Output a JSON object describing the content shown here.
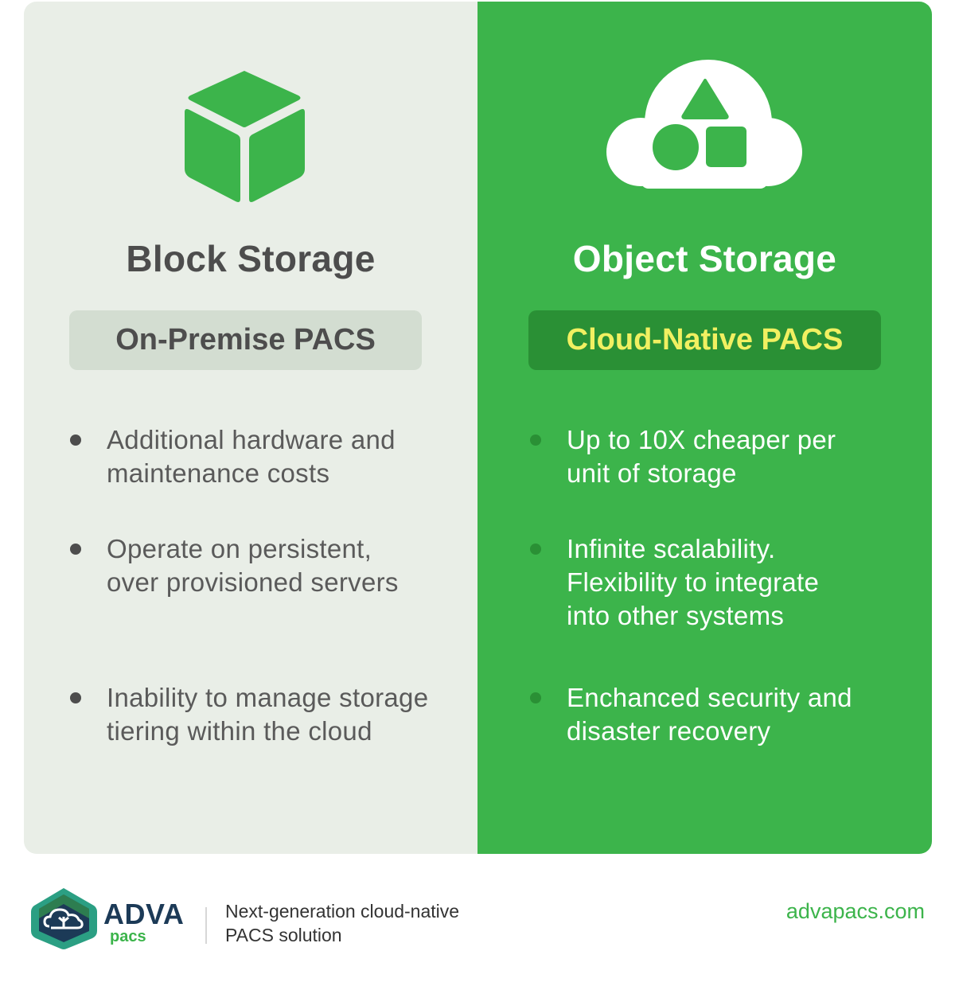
{
  "left_panel": {
    "title": "Block Storage",
    "pill": "On-Premise PACS",
    "icon": "cube-icon",
    "bullets": [
      "Additional hardware and maintenance costs",
      "Operate on persistent, over provisioned servers",
      "Inability to manage storage tiering within the cloud"
    ]
  },
  "right_panel": {
    "title": "Object Storage",
    "pill": "Cloud-Native PACS",
    "icon": "cloud-shapes-icon",
    "bullets": [
      "Up to 10X cheaper per unit of storage",
      "Infinite scalability. Flexibility to integrate into other systems",
      "Enchanced security and disaster recovery"
    ]
  },
  "footer": {
    "logo_word": "ADVA",
    "logo_sub": "pacs",
    "tagline_line1": "Next-generation cloud-native",
    "tagline_line2": "PACS solution",
    "website": "advapacs.com"
  },
  "colors": {
    "brand_green": "#3cb44b",
    "dark_green": "#2a9035",
    "pill_text_yellow": "#f1f061",
    "left_bg": "#e9eee7",
    "navy": "#1c3a57"
  }
}
